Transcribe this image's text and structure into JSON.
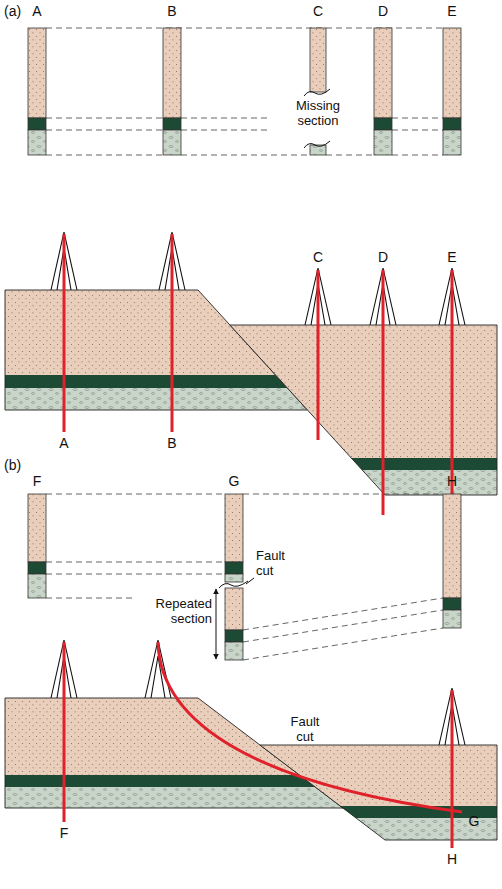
{
  "diagram": {
    "labels": [
      "(a)",
      "A",
      "B",
      "C",
      "D",
      "E",
      "Missing section",
      "C",
      "D",
      "E",
      "A",
      "B",
      "(b)",
      "F",
      "G",
      "H",
      "Fault cut",
      "Repeated section",
      "Fault cut",
      "F",
      "G",
      "H"
    ]
  }
}
